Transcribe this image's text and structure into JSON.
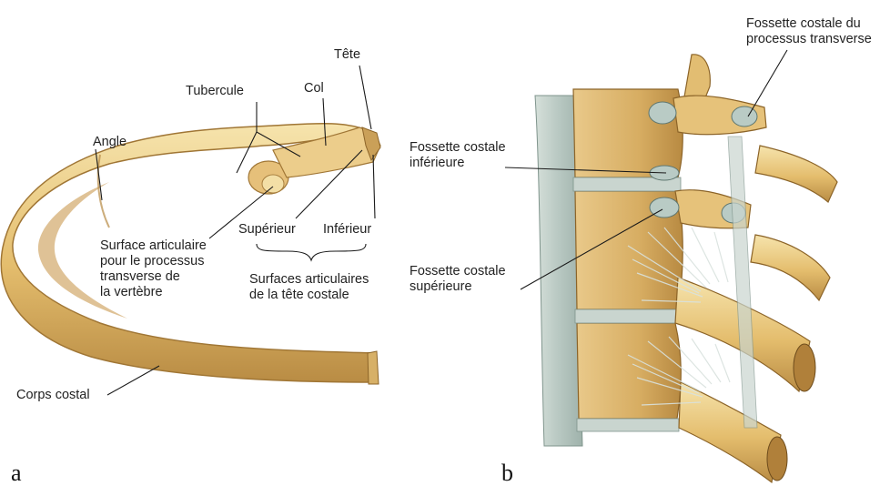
{
  "panels": {
    "a": "a",
    "b": "b"
  },
  "labels": {
    "tete": "Tête",
    "col": "Col",
    "tubercule": "Tubercule",
    "angle": "Angle",
    "superieur": "Supérieur",
    "inferieur": "Inférieur",
    "surface_articulaire": "Surface articulaire\npour le processus\ntransverse de\nla vertèbre",
    "surfaces_tete": "Surfaces articulaires\nde la tête costale",
    "corps_costal": "Corps costal",
    "fossette_transverse": "Fossette costale du\nprocessus transverse",
    "fossette_inferieure": "Fossette costale\ninférieure",
    "fossette_superieure": "Fossette costale\nsupérieure"
  },
  "colors": {
    "bone_light": "#f3dca0",
    "bone_mid": "#dfb867",
    "bone_dark": "#a57a35",
    "ligament": "#c9d5cf",
    "cartilage": "#b9cbc5",
    "leader": "#1a1a1a"
  }
}
